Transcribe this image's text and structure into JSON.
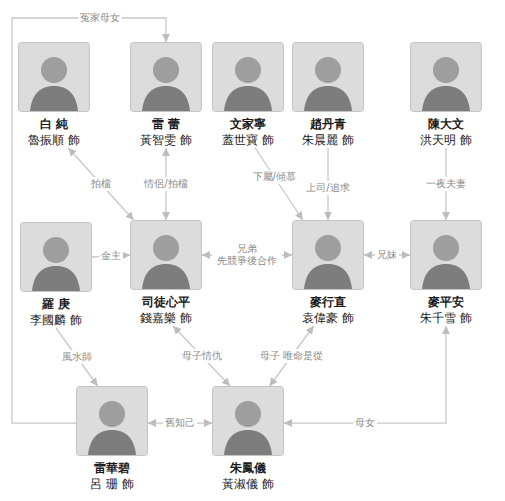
{
  "diagram": {
    "nodes": [
      {
        "text": [
          "白 純",
          "魯振順 飾"
        ]
      },
      {
        "text": [
          "雷 蕾",
          "黃智雯 飾"
        ]
      },
      {
        "text": [
          "文家寧",
          "蓋世寶 飾"
        ]
      },
      {
        "text": [
          "趙丹青",
          "朱晨麗 飾"
        ]
      },
      {
        "text": [
          "陳大文",
          "洪天明 飾"
        ]
      },
      {
        "text": [
          "羅 庚",
          "李國麟 飾"
        ]
      },
      {
        "text": [
          "司徒心平",
          "錢嘉樂 飾"
        ]
      },
      {
        "text": [
          "麥行直",
          "袁偉豪 飾"
        ]
      },
      {
        "text": [
          "麥平安",
          "朱千雪 飾"
        ]
      },
      {
        "text": [
          "雷華碧",
          "呂 珊 飾"
        ]
      },
      {
        "text": [
          "朱鳳儀",
          "黃淑儀 飾"
        ]
      }
    ],
    "edges": [
      {
        "from": 9,
        "to": 1,
        "label": "冤家母女",
        "arrow": "to"
      },
      {
        "from": 0,
        "to": 6,
        "label": "拍檔",
        "arrow": "both"
      },
      {
        "from": 1,
        "to": 6,
        "label": "情侶/拍檔",
        "arrow": "both"
      },
      {
        "from": 2,
        "to": 7,
        "label": "下屬/傾慕",
        "arrow": "to"
      },
      {
        "from": 3,
        "to": 7,
        "label": "上司/追求",
        "arrow": "to"
      },
      {
        "from": 4,
        "to": 8,
        "label": "一夜夫妻",
        "arrow": "to"
      },
      {
        "from": 5,
        "to": 6,
        "label": "金主",
        "arrow": "to"
      },
      {
        "from": 6,
        "to": 7,
        "label": "兄弟 先競爭後合作",
        "arrow": "both"
      },
      {
        "from": 7,
        "to": 8,
        "label": "兄妹",
        "arrow": "both"
      },
      {
        "from": 5,
        "to": 9,
        "label": "風水師",
        "arrow": "to"
      },
      {
        "from": 6,
        "to": 10,
        "label": "母子情仇",
        "arrow": "both"
      },
      {
        "from": 7,
        "to": 10,
        "label": "母子 唯命是從",
        "arrow": "both"
      },
      {
        "from": 9,
        "to": 10,
        "label": "舊知己",
        "arrow": "both"
      },
      {
        "from": 10,
        "to": 8,
        "label": "母女",
        "arrow": "both"
      }
    ]
  }
}
